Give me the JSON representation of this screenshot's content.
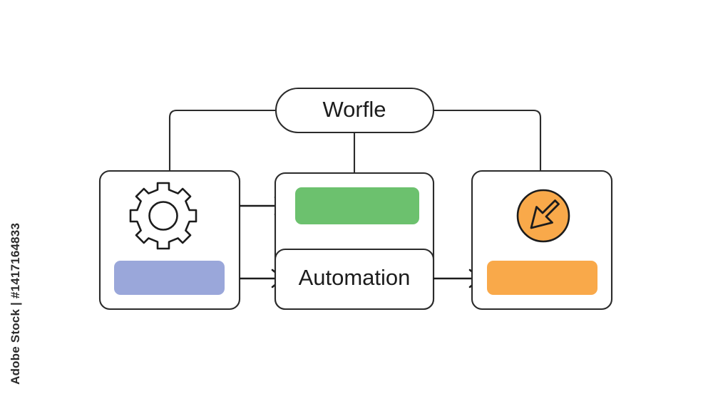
{
  "diagram": {
    "type": "flowchart",
    "root": {
      "id": "root-node",
      "label": "Worfle",
      "shape": "pill"
    },
    "cards": [
      {
        "id": "left-card",
        "icon": "gear-icon",
        "swatch_label": "",
        "swatch_color": "#9AA7DA"
      },
      {
        "id": "center-top-card",
        "icon": "",
        "swatch_label": "",
        "swatch_color": "#6CC16E"
      },
      {
        "id": "center-bottom-card",
        "icon": "",
        "label": "Automation",
        "swatch_color": ""
      },
      {
        "id": "right-card",
        "icon": "arrow-down-left-badge-icon",
        "swatch_label": "",
        "swatch_color": "#F9A94A"
      }
    ],
    "connectors": [
      {
        "from": "root-node",
        "to": "left-card"
      },
      {
        "from": "root-node",
        "to": "center-top-card"
      },
      {
        "from": "root-node",
        "to": "right-card"
      },
      {
        "from": "left-card",
        "to": "center-top-card"
      },
      {
        "from": "left-card",
        "to": "center-bottom-card"
      },
      {
        "from": "center-bottom-card",
        "to": "right-card"
      }
    ]
  },
  "colors": {
    "stroke": "#2b2b2b",
    "green": "#6CC16E",
    "periwinkle": "#9AA7DA",
    "orange": "#F9A94A",
    "background": "#ffffff"
  },
  "watermark": {
    "text": "Adobe Stock | #1417164833"
  }
}
